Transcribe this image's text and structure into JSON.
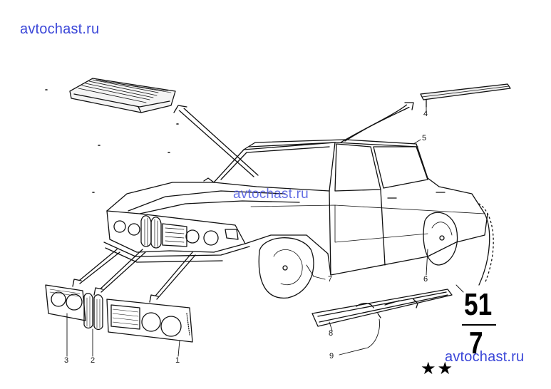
{
  "watermarks": {
    "top": "avtochast.ru",
    "middle": "avtochast.ru",
    "bottom": "avtochast.ru"
  },
  "callouts": {
    "c1": "1",
    "c2": "2",
    "c3": "3",
    "c4": "4",
    "c5": "5",
    "c6": "6",
    "c7a": "7",
    "c8": "8",
    "c9": "9"
  },
  "group_number": {
    "major": "51",
    "minor": "7"
  },
  "stars": "★★"
}
